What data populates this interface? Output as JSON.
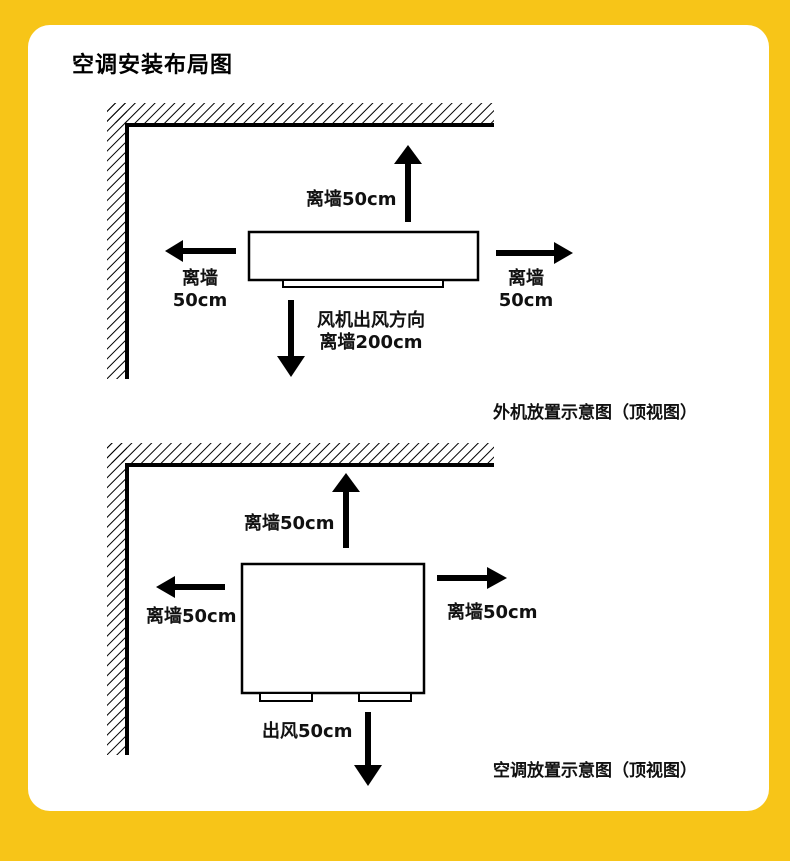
{
  "title": "空调安装布局图",
  "outdoor": {
    "top_label": "离墙50cm",
    "left_label_line1": "离墙",
    "left_label_line2": "50cm",
    "right_label_line1": "离墙",
    "right_label_line2": "50cm",
    "bottom_label_line1": "风机出风方向",
    "bottom_label_line2": "离墙200cm",
    "caption": "外机放置示意图（顶视图）"
  },
  "indoor": {
    "top_label": "离墙50cm",
    "left_label": "离墙50cm",
    "right_label": "离墙50cm",
    "bottom_label": "出风50cm",
    "caption": "空调放置示意图（顶视图）"
  },
  "colors": {
    "background": "#f7c518",
    "card": "#ffffff",
    "ink": "#000000"
  }
}
